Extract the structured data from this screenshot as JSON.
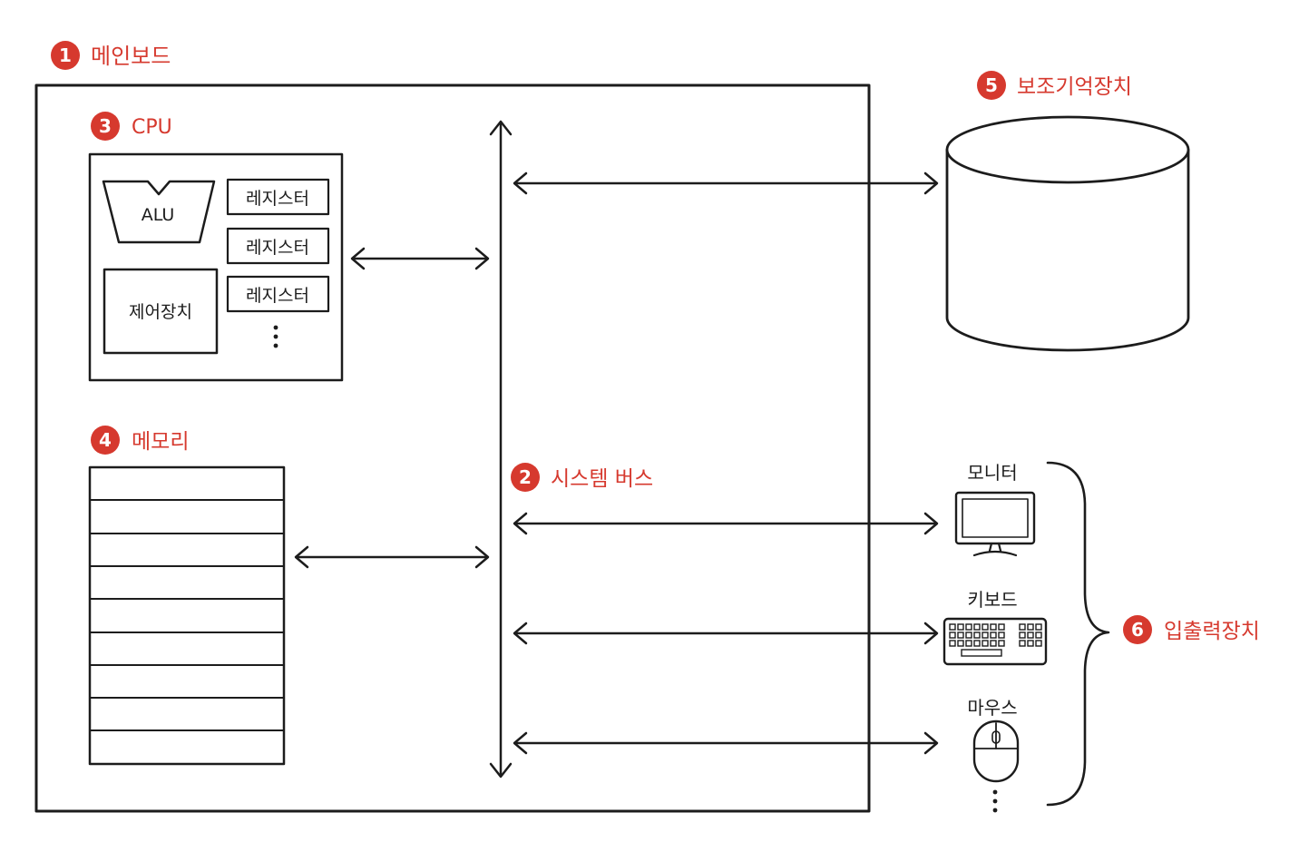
{
  "colors": {
    "accent": "#d6392e",
    "ink": "#1c1c1c",
    "background": "#ffffff"
  },
  "labels": {
    "mainboard": {
      "number": "1",
      "text": "메인보드"
    },
    "system_bus": {
      "number": "2",
      "text": "시스템 버스"
    },
    "cpu": {
      "number": "3",
      "text": "CPU"
    },
    "memory": {
      "number": "4",
      "text": "메모리"
    },
    "secondary_storage": {
      "number": "5",
      "text": "보조기억장치"
    },
    "io_devices": {
      "number": "6",
      "text": "입출력장치"
    }
  },
  "cpu": {
    "alu": "ALU",
    "control_unit": "제어장치",
    "registers": [
      "레지스터",
      "레지스터",
      "레지스터"
    ]
  },
  "devices": {
    "monitor": "모니터",
    "keyboard": "키보드",
    "mouse": "마우스"
  }
}
